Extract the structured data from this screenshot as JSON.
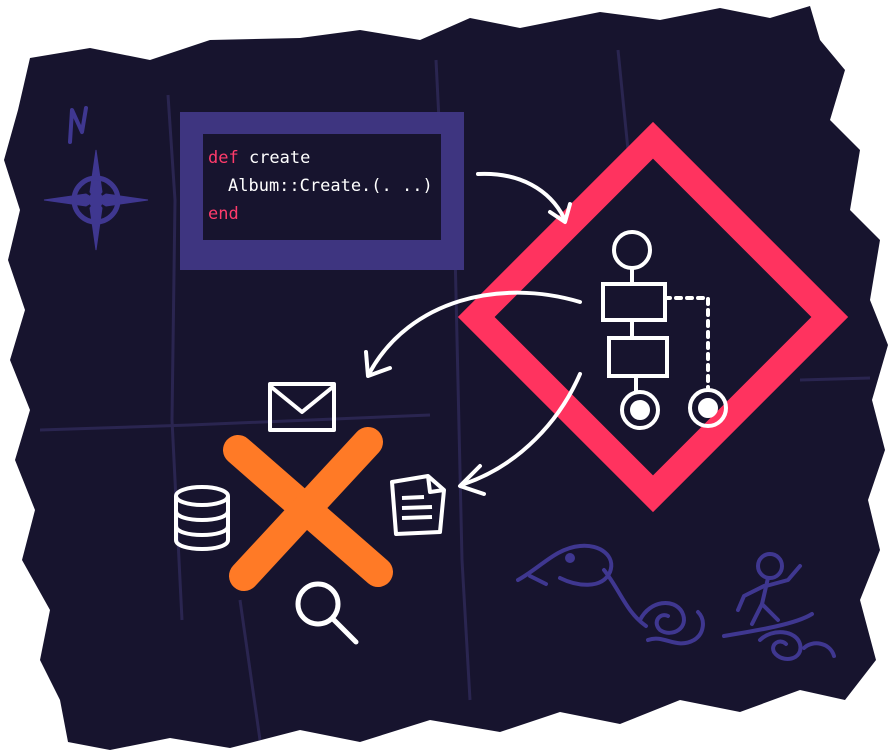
{
  "code": {
    "line1_keyword": "def",
    "line1_rest": " create",
    "line2": "Album::Create.(. ..)",
    "line3_keyword": "end"
  },
  "icons": {
    "compass": "compass-rose-icon",
    "north_label": "N",
    "workflow": "workflow-diagram-icon",
    "envelope": "envelope-icon",
    "database": "database-icon",
    "document": "document-icon",
    "search": "magnifier-icon",
    "x_mark": "x-mark-icon",
    "sea_serpent": "sea-serpent-doodle-icon",
    "surfer": "surfer-doodle-icon"
  },
  "colors": {
    "map_background": "#17142e",
    "code_frame": "#3e3580",
    "diamond": "#ff335f",
    "x_mark": "#ff7a26",
    "line_art": "#ffffff",
    "doodles": "#3f3790",
    "code_keyword": "#ff3b6b"
  }
}
